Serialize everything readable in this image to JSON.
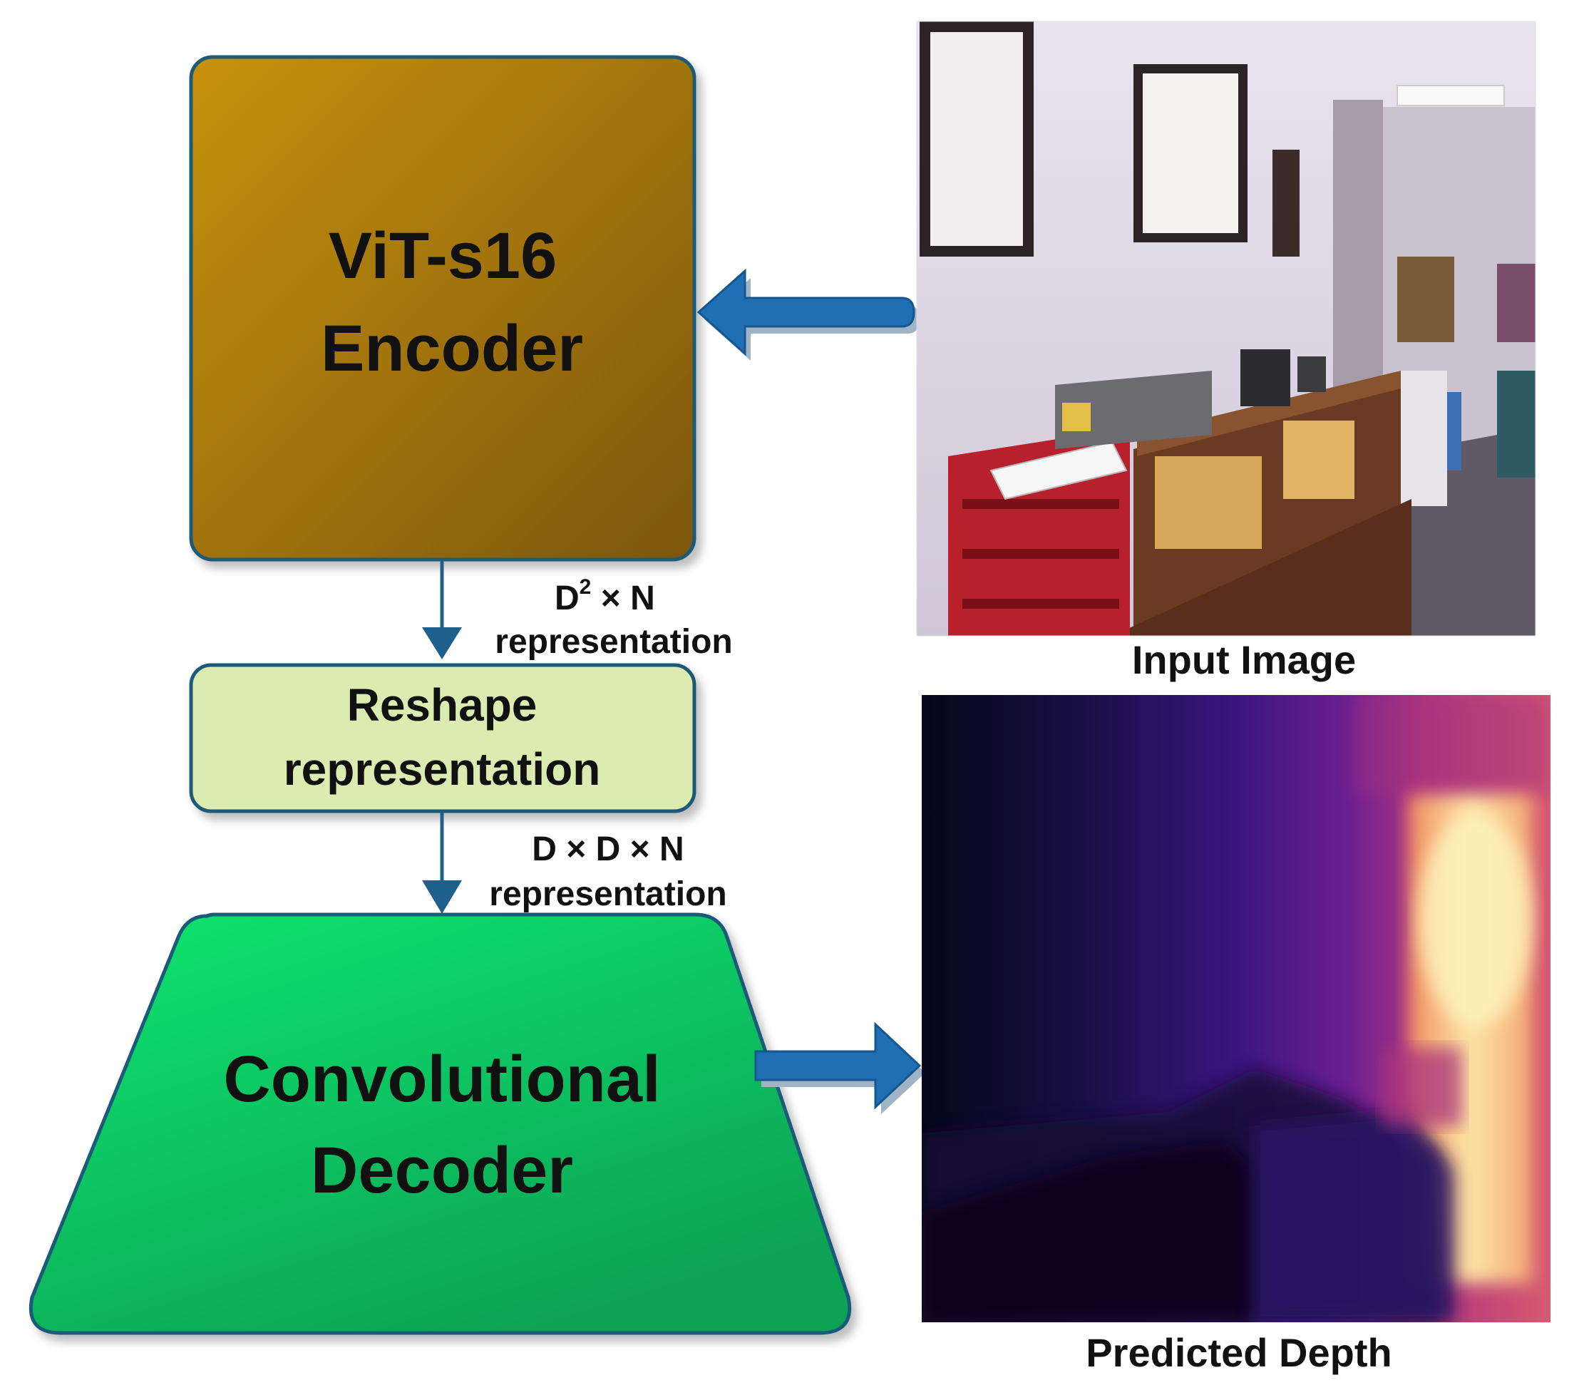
{
  "encoder": {
    "line1": "ViT-s16",
    "line2": "Encoder"
  },
  "reshape": {
    "line1": "Reshape",
    "line2": "representation"
  },
  "decoder": {
    "line1": "Convolutional",
    "line2": "Decoder"
  },
  "edge_labels": {
    "first_base": "D",
    "first_sup": "2",
    "first_rest": " × N",
    "first_line2": "representation",
    "second_line1": "D × D × N",
    "second_line2": "representation"
  },
  "captions": {
    "input": "Input Image",
    "output": "Predicted Depth"
  },
  "colors": {
    "encoder_fill": "#9a6a0c",
    "reshape_fill": "#dcebb0",
    "decoder_fill": "#00d36a",
    "arrow_blue": "#1f6fb5",
    "connector": "#1e5f8c"
  }
}
